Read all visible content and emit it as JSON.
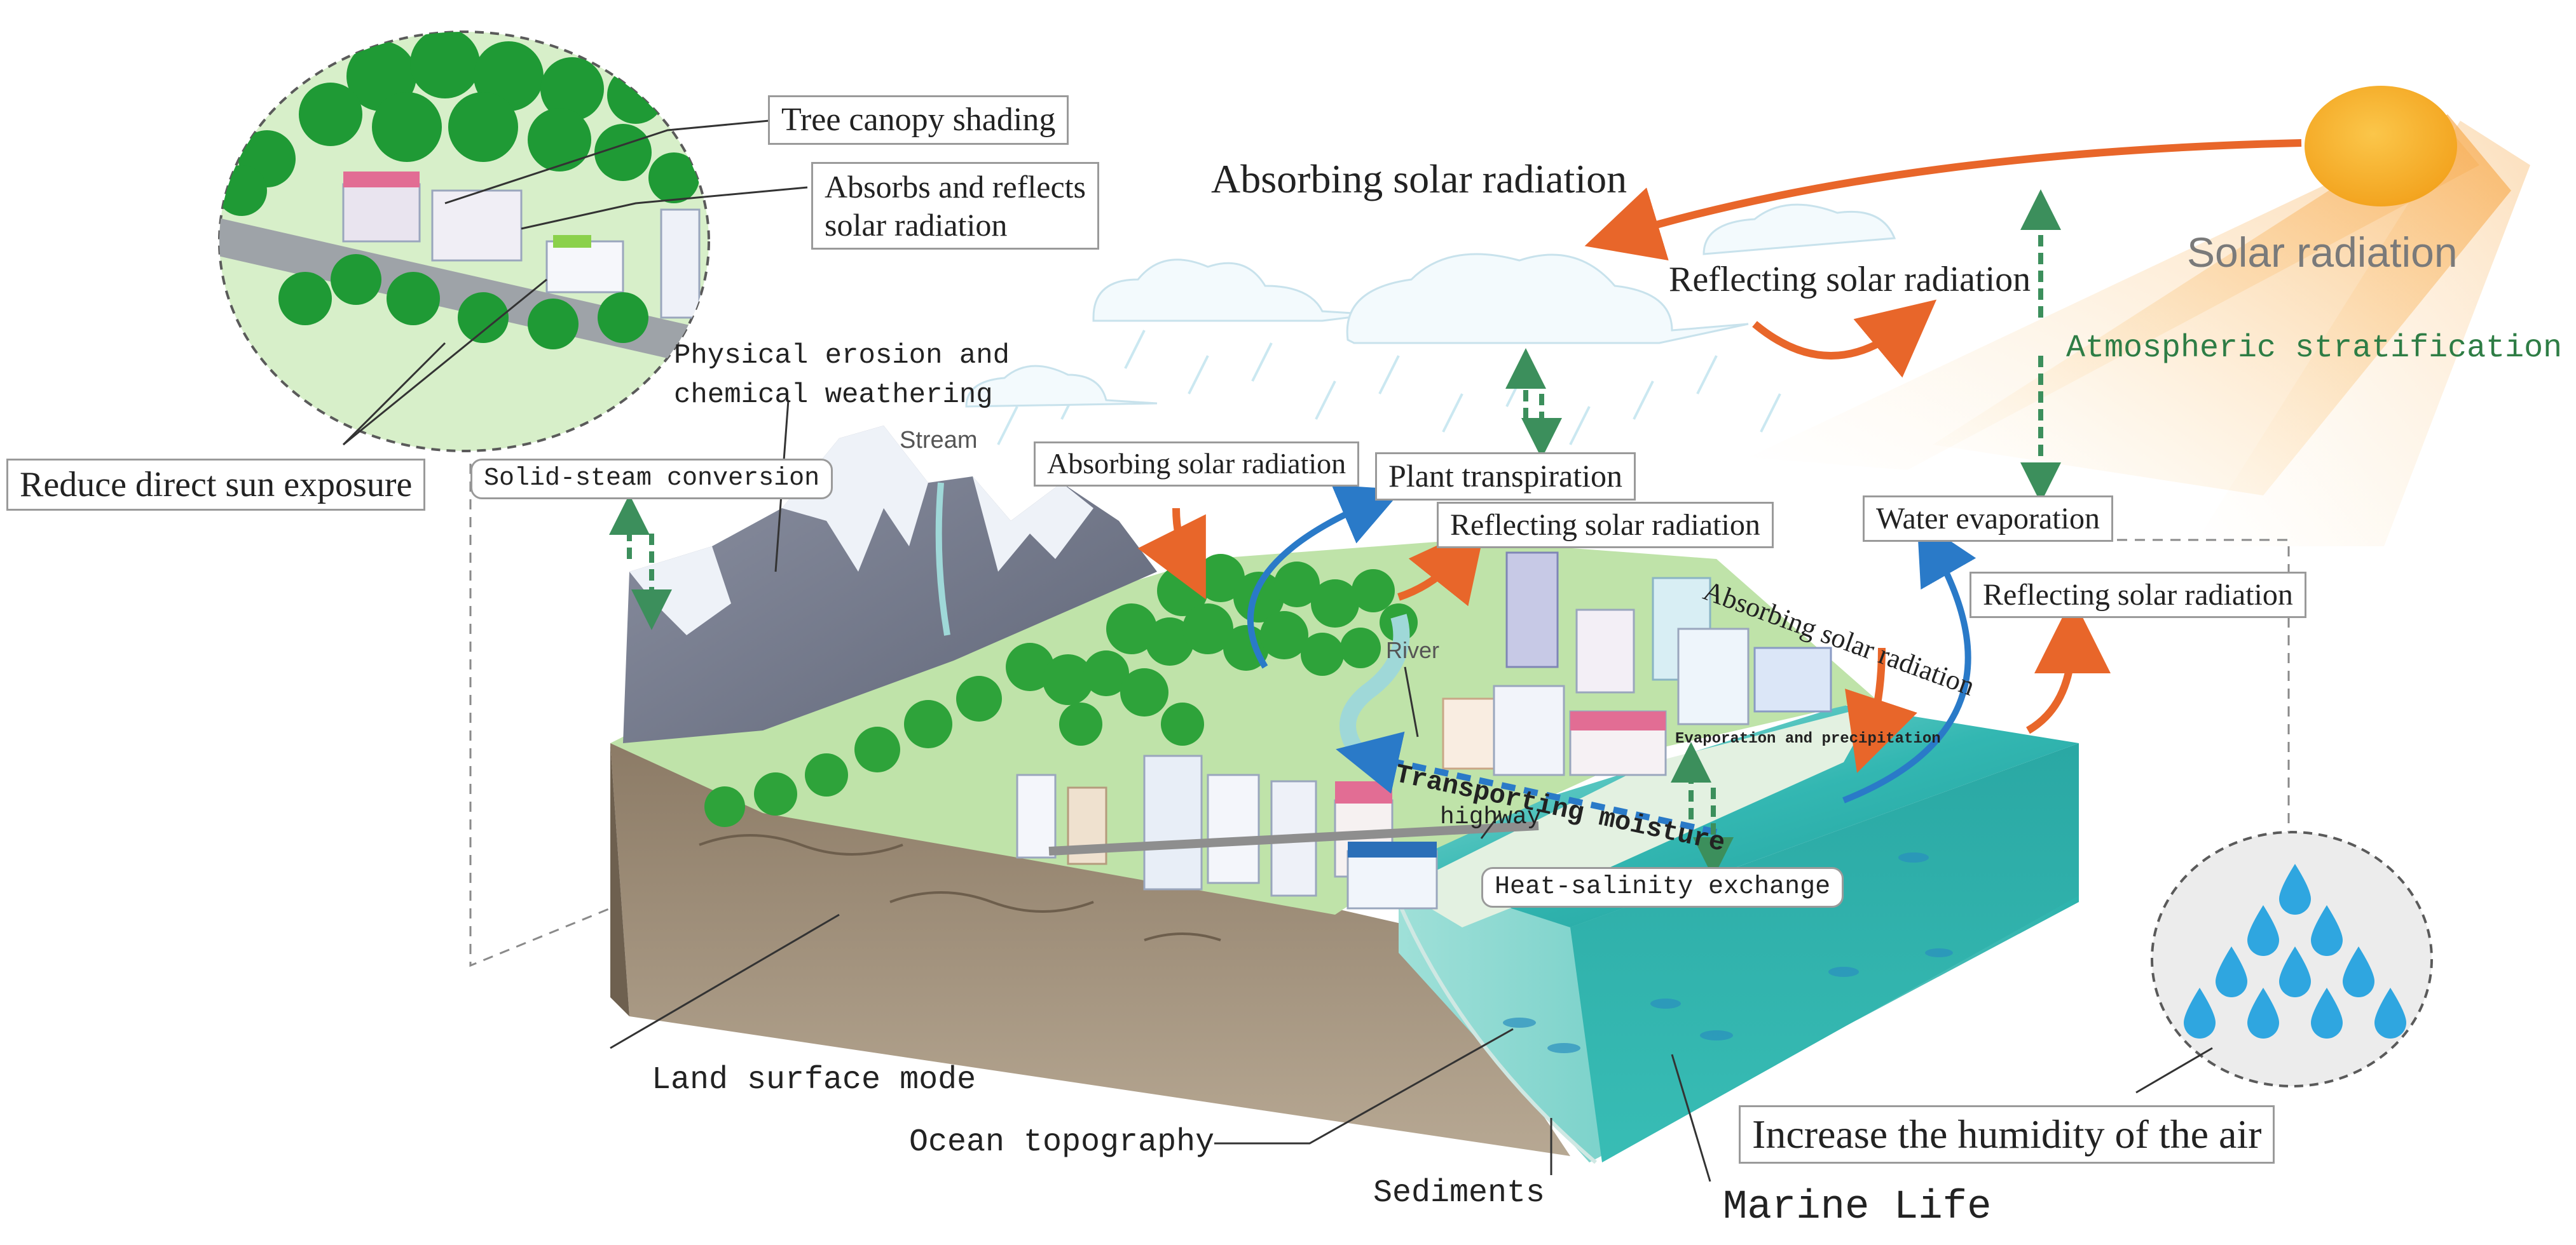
{
  "labels": {
    "tree_canopy_shading": "Tree canopy shading",
    "absorbs_reflects_1": "Absorbs and reflects",
    "absorbs_reflects_2": "solar radiation",
    "reduce_direct_sun": "Reduce direct sun exposure",
    "absorbing_top": "Absorbing solar radiation",
    "reflecting_clouds": "Reflecting solar radiation",
    "solar_radiation": "Solar radiation",
    "atmospheric_mode": "Atmospheric stratification mode",
    "physical_erosion_1": "Physical erosion and",
    "physical_erosion_2": "chemical weathering",
    "stream": "Stream",
    "solid_steam": "Solid-steam conversion",
    "absorbing_mountain": "Absorbing solar radiation",
    "plant_transpiration": "Plant transpiration",
    "reflecting_city": "Reflecting solar radiation",
    "water_evaporation": "Water evaporation",
    "absorbing_curved": "Absorbing solar radiation",
    "reflecting_ocean": "Reflecting solar radiation",
    "river": "River",
    "evap_precip": "Evaporation and precipitation",
    "transporting_moisture": "Transporting moisture",
    "highway": "highway",
    "heat_salinity": "Heat-salinity exchange",
    "land_surface_mode": "Land surface mode",
    "ocean_topography": "Ocean topography",
    "sediments": "Sediments",
    "marine_life": "Marine Life",
    "increase_humidity": "Increase the humidity of the air"
  },
  "colors": {
    "sun": "#f5b12a",
    "orange_arrow": "#e8662a",
    "blue_arrow": "#2a7ac8",
    "green_arrow": "#3c8f5c",
    "ocean": "#2fb3b0",
    "ocean_dark": "#1f8f8c",
    "forest": "#2ea33a",
    "mountain": "#7f8596",
    "snow": "#eef2f8",
    "soil": "#8a7a68",
    "water_drop": "#2fa6e0"
  }
}
